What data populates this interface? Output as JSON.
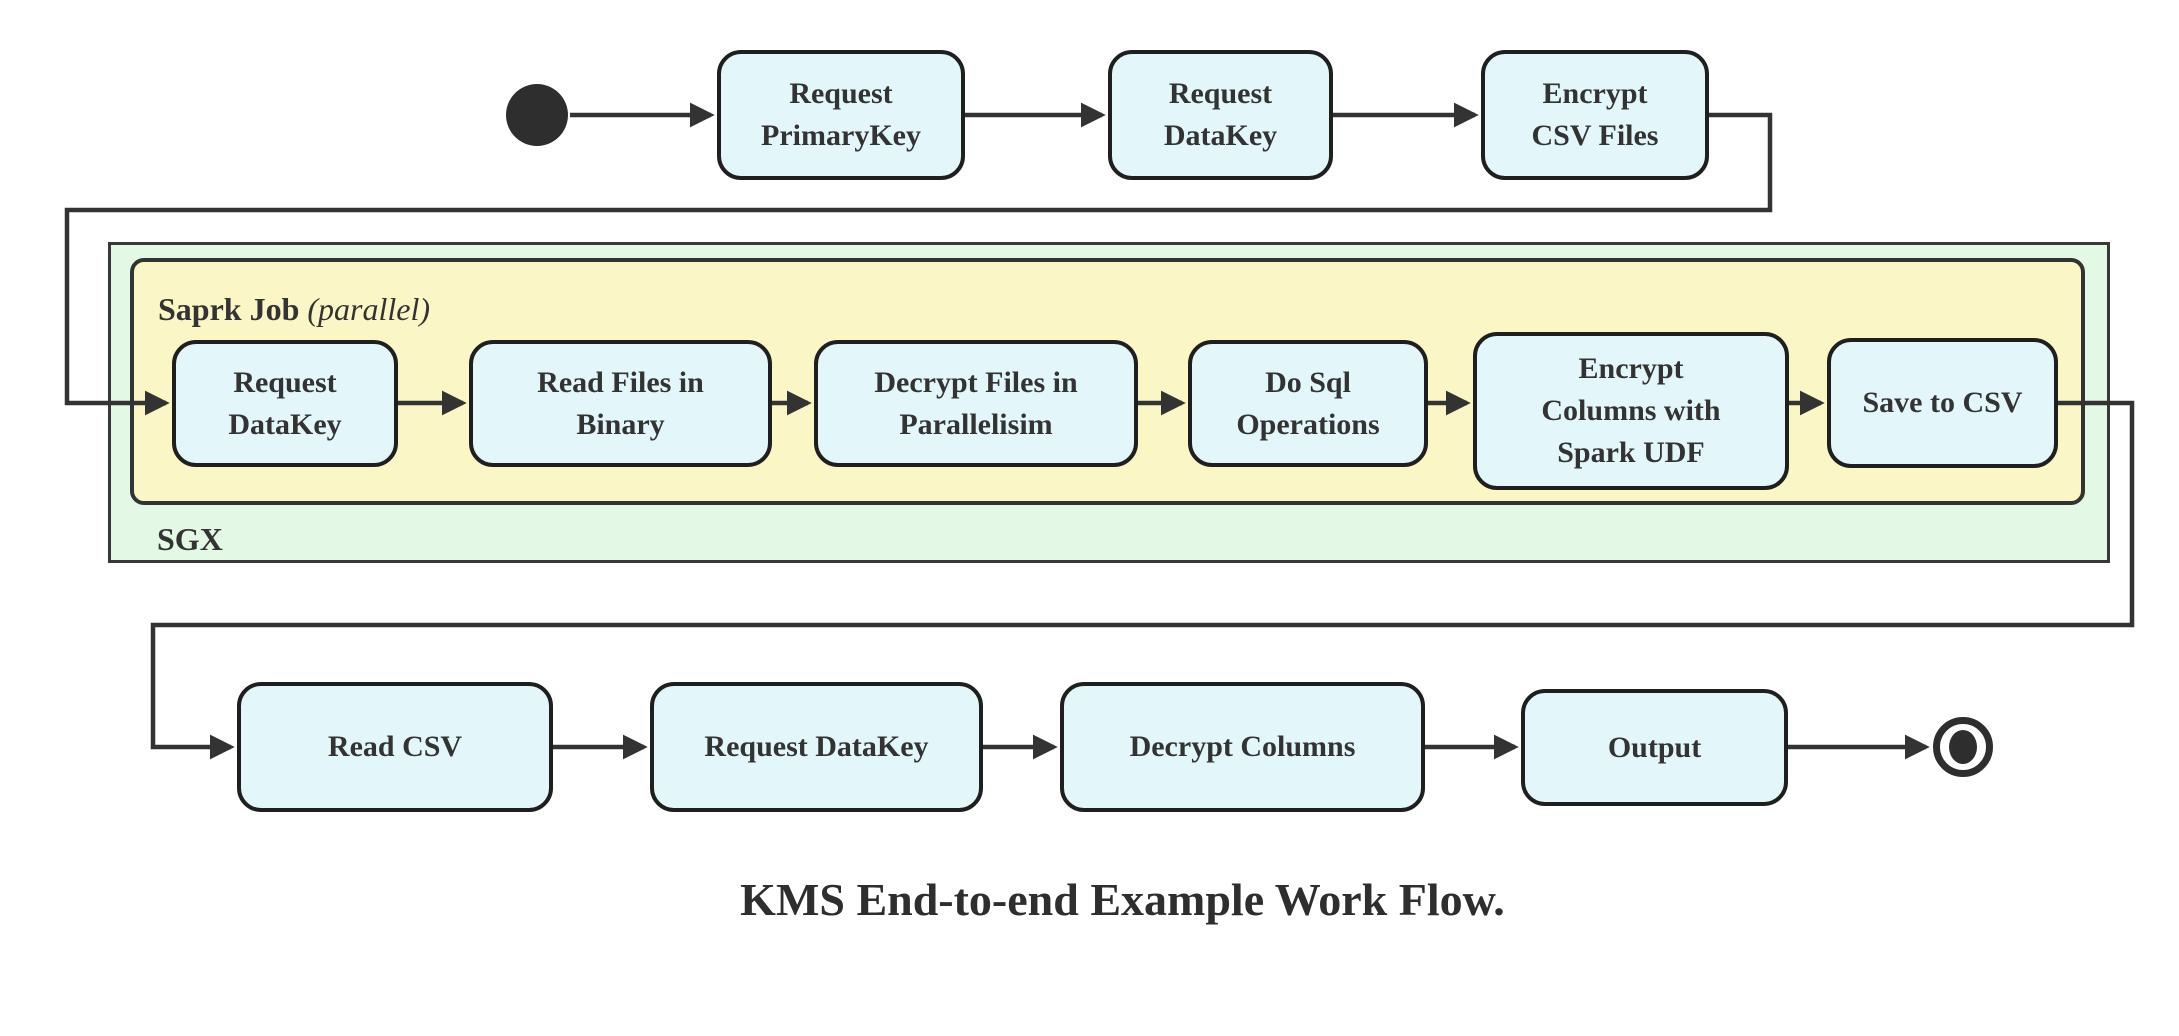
{
  "diagram": {
    "caption": "KMS End-to-end Example Work Flow.",
    "colors": {
      "node_fill": "#e3f7fa",
      "node_border": "#1f1f1f",
      "spark_container_fill": "#fbf6c6",
      "sgx_container_fill": "#e3f8e5",
      "container_border": "#333333",
      "edge_line": "#333333",
      "text": "#333333",
      "background": "#ffffff"
    },
    "containers": {
      "spark": {
        "title": "Saprk Job",
        "annotation": "(parallel)"
      },
      "sgx": {
        "label": "SGX"
      }
    },
    "nodes": [
      {
        "id": "request-primarykey",
        "lines": [
          "Request",
          "PrimaryKey"
        ]
      },
      {
        "id": "request-datakey-top",
        "lines": [
          "Request",
          "DataKey"
        ]
      },
      {
        "id": "encrypt-csv-files",
        "lines": [
          "Encrypt",
          "CSV Files"
        ]
      },
      {
        "id": "request-datakey-spark",
        "lines": [
          "Request",
          "DataKey"
        ]
      },
      {
        "id": "read-files-in-binary",
        "lines": [
          "Read Files in",
          "Binary"
        ]
      },
      {
        "id": "decrypt-files-in-parallelisim",
        "lines": [
          "Decrypt Files in",
          "Parallelisim"
        ]
      },
      {
        "id": "do-sql-operations",
        "lines": [
          "Do Sql",
          "Operations"
        ]
      },
      {
        "id": "encrypt-columns-with-spark-udf",
        "lines": [
          "Encrypt",
          "Columns with",
          "Spark UDF"
        ]
      },
      {
        "id": "save-to-csv",
        "lines": [
          "Save to CSV"
        ]
      },
      {
        "id": "read-csv",
        "lines": [
          "Read CSV"
        ]
      },
      {
        "id": "request-datakey-bottom",
        "lines": [
          "Request DataKey"
        ]
      },
      {
        "id": "decrypt-columns",
        "lines": [
          "Decrypt Columns"
        ]
      },
      {
        "id": "output",
        "lines": [
          "Output"
        ]
      }
    ]
  }
}
